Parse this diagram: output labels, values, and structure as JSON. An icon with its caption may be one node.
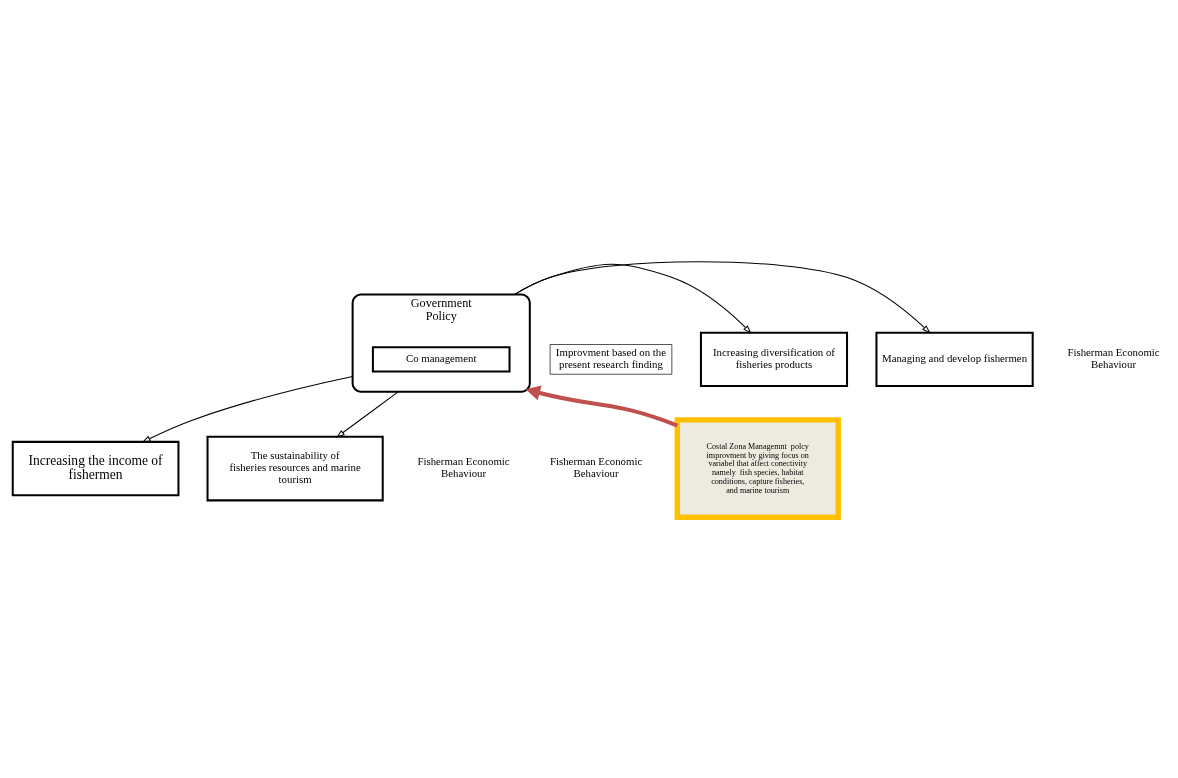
{
  "diagram": {
    "nodes": [
      {
        "text": [
          "The sustainability of fisheries resources and marine tourism"
        ]
      },
      {
        "text": [
          "Increasing diversification of fisheries products"
        ]
      },
      {
        "text": [
          "Government",
          "Policy"
        ]
      },
      {
        "text": [
          "Co management"
        ],
        "in": 2
      },
      {
        "text": [
          "Managing and develop fishermen"
        ]
      },
      {
        "text": [
          "Improvment based on the present research finding"
        ]
      },
      {
        "text": [
          "Costal Zona Managemnt  polcy improvment by giving focus on variabel that affect conectivity namely  fish species, habitat conditions, capture fisheries, and marine tourism"
        ]
      },
      {
        "text": [
          "Increasing the income of fishermen"
        ]
      }
    ],
    "edges": [
      {
        "from": 2,
        "to": 0,
        "arrow": "to"
      },
      {
        "from": 2,
        "to": 1,
        "arrow": "to"
      },
      {
        "from": 2,
        "to": 4,
        "arrow": "to"
      },
      {
        "from": 2,
        "to": 7,
        "arrow": "to"
      },
      {
        "from": 6,
        "to": 2,
        "arrow": "to",
        "style": "thick",
        "color": "#c0504d"
      }
    ],
    "labels": [
      "Fisherman Economic Behaviour",
      "Fisherman Economic Behaviour",
      "Fisherman Economic Behaviour"
    ]
  }
}
